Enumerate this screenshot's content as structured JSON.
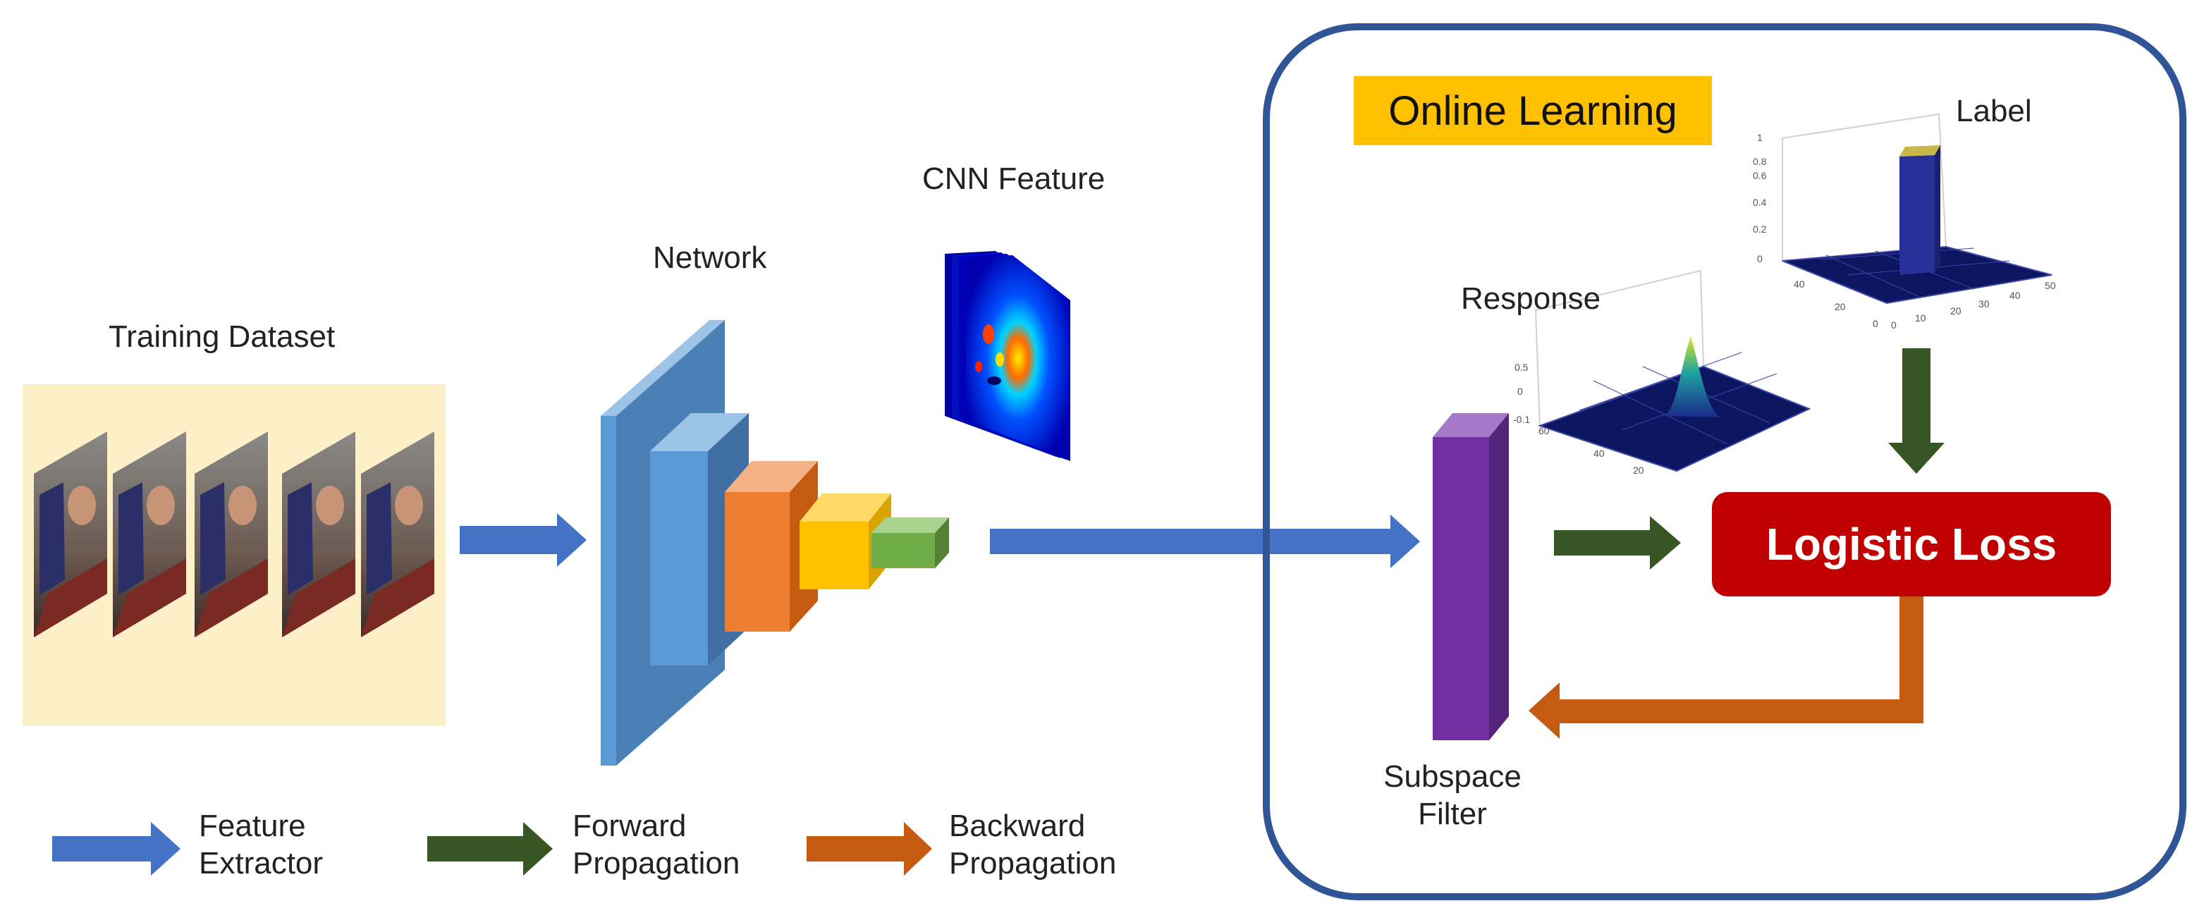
{
  "training": {
    "title": "Training Dataset",
    "frame_count": 5
  },
  "network": {
    "title": "Network"
  },
  "cnn_feature": {
    "title": "CNN Feature"
  },
  "online": {
    "title": "Online Learning",
    "response_label": "Response",
    "label_label": "Label",
    "filter_label": "Subspace Filter",
    "loss_label": "Logistic Loss",
    "label_plot_axes": {
      "z_ticks": [
        "0",
        "0.2",
        "0.4",
        "0.6",
        "0.8",
        "1"
      ],
      "x_ticks": [
        "0",
        "10",
        "20",
        "30",
        "40",
        "50"
      ],
      "y_ticks": [
        "40",
        "20",
        "0"
      ]
    },
    "response_plot_axes": {
      "z_ticks": [
        "0.5",
        "0",
        "-0.1"
      ],
      "y_ticks": [
        "60",
        "40",
        "20"
      ]
    }
  },
  "legend": [
    {
      "label": "Feature Extractor",
      "color": "#4472c4"
    },
    {
      "label": "Forward Propagation",
      "color": "#375623"
    },
    {
      "label": "Backward Propagation",
      "color": "#c55a11"
    }
  ],
  "colors": {
    "feature_arrow": "#4472c4",
    "forward_arrow": "#375623",
    "backward_arrow": "#c55a11",
    "frame_border": "#2f5597",
    "dataset_bg": "#fdf0c8",
    "layer_blue_light": "#5b9bd5",
    "layer_orange": "#ed7d31",
    "layer_yellow": "#ffc000",
    "layer_green": "#70ad47",
    "filter_purple": "#7030a0",
    "loss_red": "#c00000",
    "online_title_bg": "#ffc000"
  }
}
